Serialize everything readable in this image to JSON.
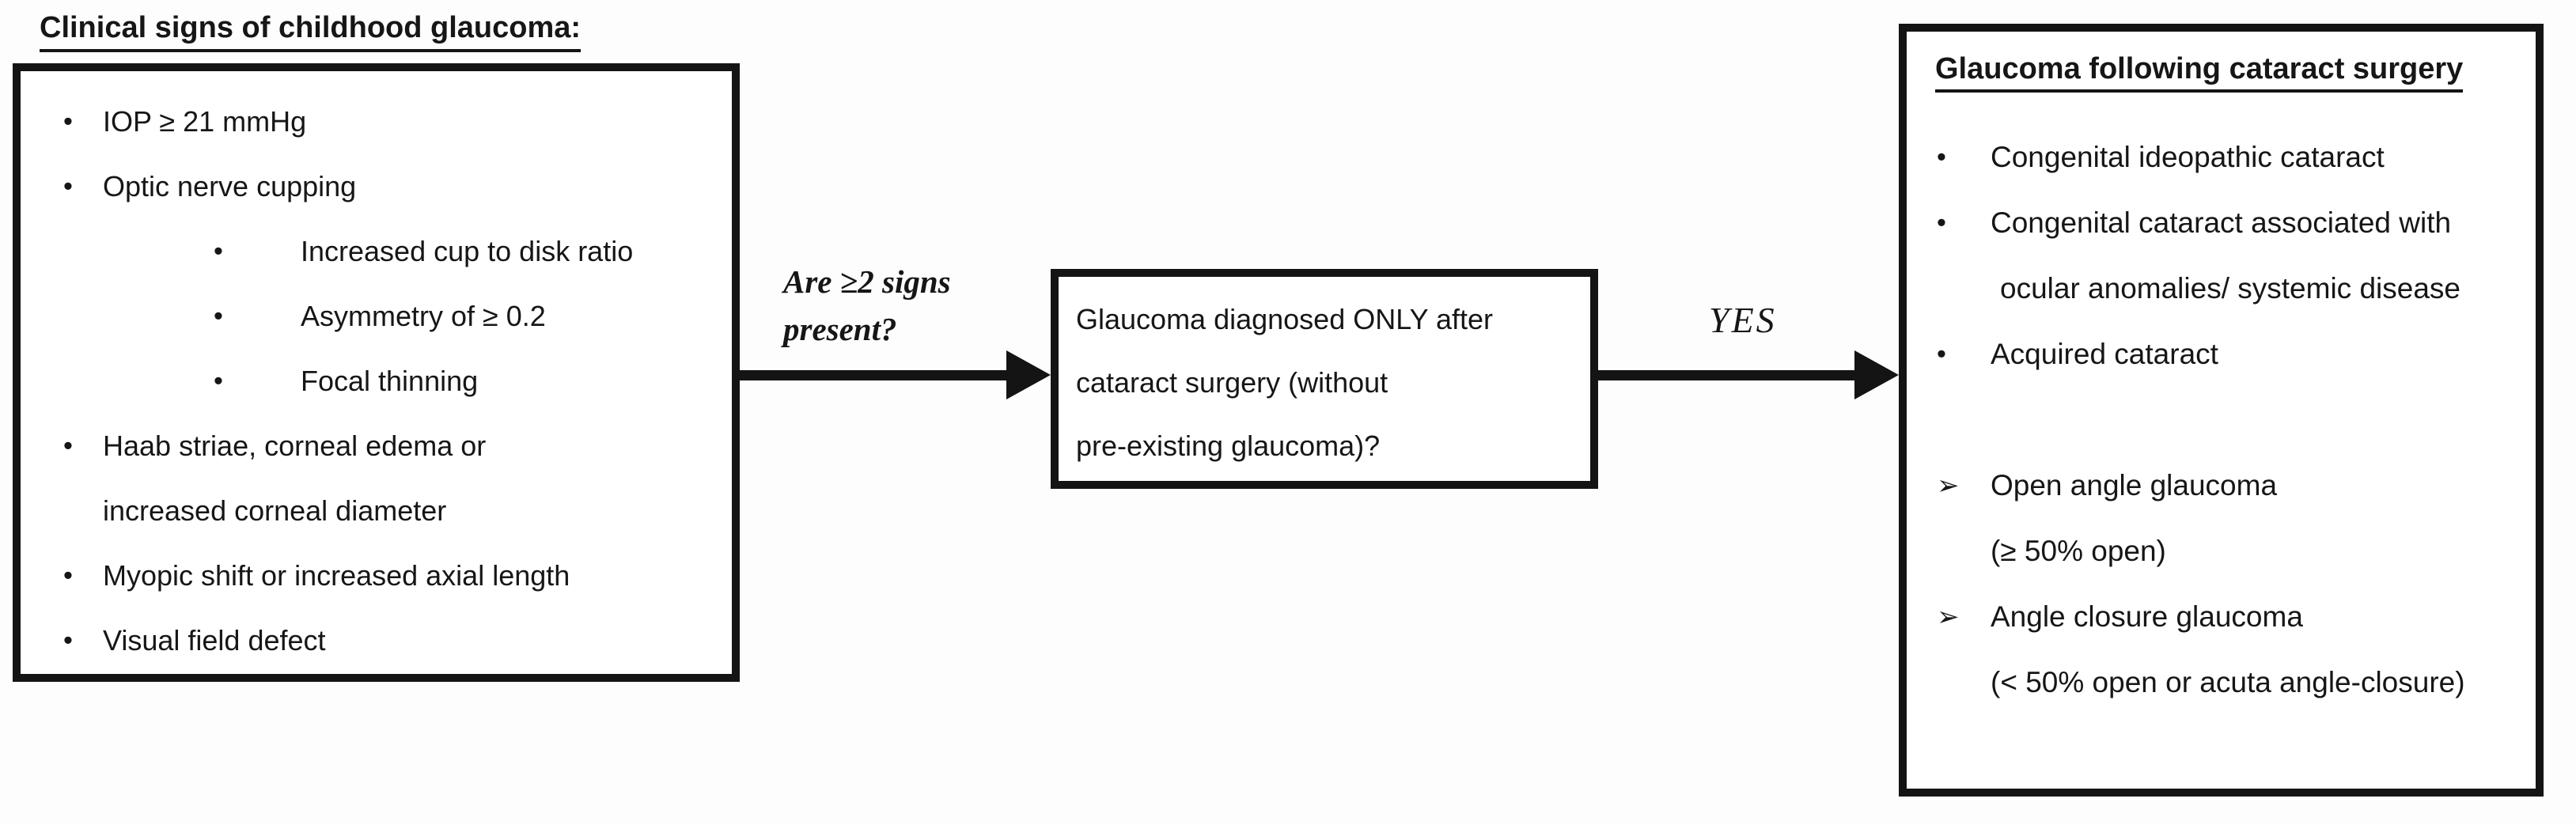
{
  "flowchart": {
    "colors": {
      "ink": "#141414",
      "background": "#ffffff"
    },
    "icons": {
      "bullet": "•",
      "arrow_bullet": "➢"
    },
    "clinical_signs": {
      "title": "Clinical signs of childhood glaucoma:",
      "rows": [
        {
          "glyph": "•",
          "text": "IOP ≥ 21 mmHg"
        },
        {
          "glyph": "•",
          "text": "Optic nerve cupping"
        },
        {
          "glyph": "•",
          "text": "Increased cup to disk ratio"
        },
        {
          "glyph": "•",
          "text": "Asymmetry of ≥ 0.2"
        },
        {
          "glyph": "•",
          "text": "Focal thinning"
        },
        {
          "glyph": "•",
          "text": "Haab striae, corneal edema or"
        },
        {
          "glyph": "",
          "text": "increased corneal diameter"
        },
        {
          "glyph": "•",
          "text": "Myopic shift or increased axial length"
        },
        {
          "glyph": "•",
          "text": "Visual field defect"
        }
      ]
    },
    "question_arrow": {
      "label_line1": "Are ≥2 signs",
      "label_line2": "present?"
    },
    "decision_box": {
      "line1": "Glaucoma diagnosed ONLY after",
      "line2": "cataract surgery (without",
      "line3": "pre-existing glaucoma)?"
    },
    "yes_arrow": {
      "label": "YES"
    },
    "outcome_box": {
      "title": "Glaucoma following cataract surgery",
      "rows": [
        {
          "glyph": "•",
          "text": "Congenital ideopathic cataract"
        },
        {
          "glyph": "•",
          "text": "Congenital cataract associated with"
        },
        {
          "glyph": "",
          "text": "ocular anomalies/ systemic disease"
        },
        {
          "glyph": "•",
          "text": "Acquired cataract"
        },
        {
          "glyph": "➢",
          "text": "Open angle glaucoma"
        },
        {
          "glyph": "",
          "text": "(≥ 50% open)"
        },
        {
          "glyph": "➢",
          "text": "Angle closure glaucoma"
        },
        {
          "glyph": "",
          "text": "(< 50% open or acuta angle-closure)"
        }
      ]
    }
  }
}
